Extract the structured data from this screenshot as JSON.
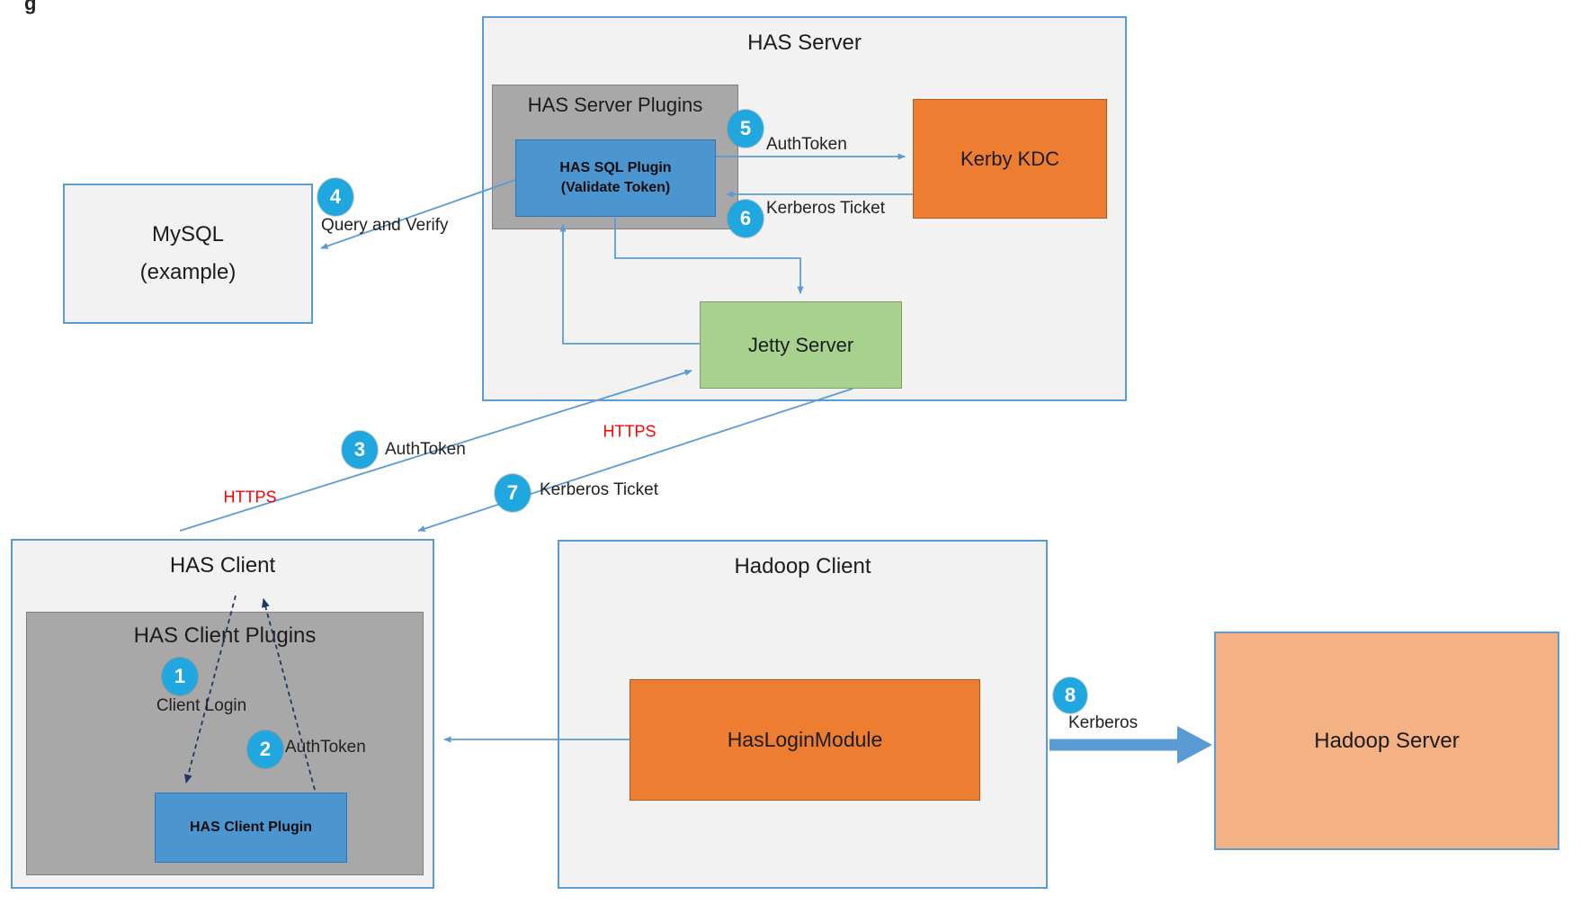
{
  "page": {
    "fragment_text": "g"
  },
  "colors": {
    "box_fill_light": "#f2f2f2",
    "box_border_blue": "#5b9bd5",
    "plugins_gray": "#a8a8a8",
    "plugin_blue": "#4b96d1",
    "orange": "#ed7d31",
    "peach": "#f4b183",
    "green": "#a9d18e",
    "step_circle_blue": "#21a7e0",
    "connector_blue": "#5b9bd5",
    "dashed_navy": "#1f3864",
    "protocol_red": "#ff0000"
  },
  "nodes": {
    "has_server": {
      "title": "HAS Server"
    },
    "has_server_plugins": {
      "title": "HAS Server  Plugins"
    },
    "has_sql_plugin": {
      "line1": "HAS SQL Plugin",
      "line2": "(Validate Token)"
    },
    "kerby_kdc": {
      "title": "Kerby KDC"
    },
    "jetty_server": {
      "title": "Jetty Server"
    },
    "mysql": {
      "line1": "MySQL",
      "line2": "(example)"
    },
    "has_client": {
      "title": "HAS Client"
    },
    "has_client_plugins": {
      "title": "HAS Client Plugins"
    },
    "has_client_plugin": {
      "title": "HAS Client Plugin"
    },
    "hadoop_client": {
      "title": "Hadoop Client"
    },
    "has_login_module": {
      "title": "HasLoginModule"
    },
    "hadoop_server": {
      "title": "Hadoop Server"
    }
  },
  "steps": [
    {
      "num": "1",
      "label": "Client Login"
    },
    {
      "num": "2",
      "label": "AuthToken"
    },
    {
      "num": "3",
      "label": "AuthToken"
    },
    {
      "num": "4",
      "label": "Query and Verify"
    },
    {
      "num": "5",
      "label": "AuthToken"
    },
    {
      "num": "6",
      "label": "Kerberos Ticket"
    },
    {
      "num": "7",
      "label": "Kerberos Ticket"
    },
    {
      "num": "8",
      "label": "Kerberos"
    }
  ],
  "protocol_labels": [
    {
      "text": "HTTPS"
    },
    {
      "text": "HTTPS"
    }
  ]
}
